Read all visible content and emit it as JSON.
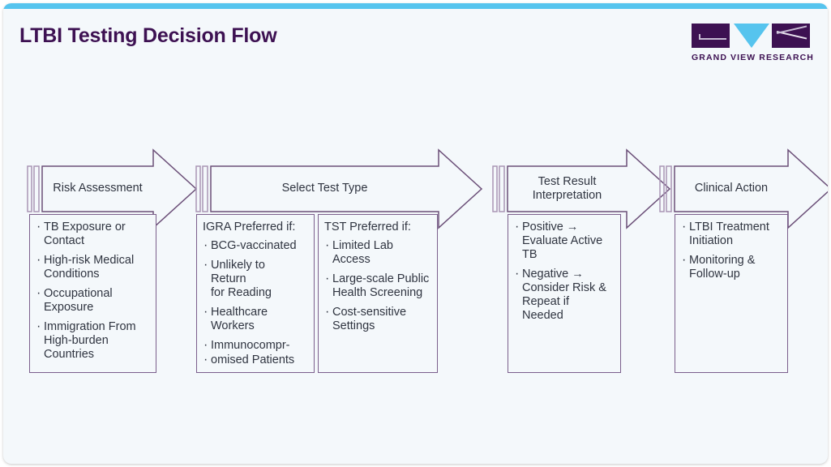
{
  "header": {
    "title": "LTBI Testing Decision Flow",
    "logo_text": "GRAND VIEW RESEARCH",
    "accent_color": "#56c4ee",
    "title_color": "#3d1152"
  },
  "flow": {
    "stages": [
      {
        "id": "risk-assessment",
        "label": "Risk Assessment",
        "boxes": [
          {
            "id": "risk-assessment-items",
            "title": "",
            "items": [
              "TB Exposure or\nContact",
              "High-risk Medical\nConditions",
              "Occupational\nExposure",
              "Immigration From\nHigh-burden\nCountries"
            ]
          }
        ]
      },
      {
        "id": "select-test-type",
        "label": "Select Test Type",
        "boxes": [
          {
            "id": "igra-preferred",
            "title": "IGRA Preferred if:",
            "items": [
              "BCG-vaccinated",
              "Unlikely to\nReturn\nfor Reading",
              "Healthcare\nWorkers",
              "Immunocompr-",
              "omised Patients"
            ]
          },
          {
            "id": "tst-preferred",
            "title": "TST Preferred if:",
            "items": [
              "Limited Lab\nAccess",
              "Large-scale Public\nHealth Screening",
              "Cost-sensitive\nSettings"
            ]
          }
        ]
      },
      {
        "id": "test-result-interpretation",
        "label": "Test Result\nInterpretation",
        "boxes": [
          {
            "id": "test-result-items",
            "title": "",
            "items": [
              "Positive →\nEvaluate Active\nTB",
              "Negative →\nConsider Risk &\nRepeat if\nNeeded"
            ]
          }
        ]
      },
      {
        "id": "clinical-action",
        "label": "Clinical Action",
        "boxes": [
          {
            "id": "clinical-action-items",
            "title": "",
            "items": [
              "LTBI Treatment\nInitiation",
              "Monitoring &\nFollow-up"
            ]
          }
        ]
      }
    ],
    "border_color": "#7b5f8c",
    "text_color": "#2f3440"
  }
}
